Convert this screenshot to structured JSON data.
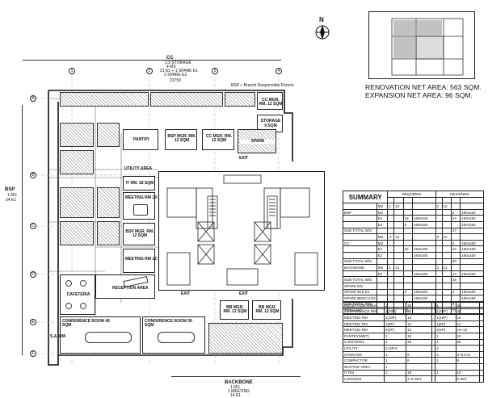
{
  "plan": {
    "top_dimension": "CC",
    "top_notes": [
      "1:3 STORAGE",
      "4 MS",
      "21 E1 + 1 SPARE E1",
      "2 SPARE E2"
    ],
    "top_figure": "23750",
    "bsp_note": "BSP + Branch Responsible Person",
    "left_dimension": "BSP",
    "left_notes": [
      "1 MS",
      "24 E1"
    ],
    "bottom_dimension": "BACKBONE",
    "bottom_notes": [
      "1 MS",
      "1 MEETING",
      "14 E1"
    ],
    "grid_columns": [
      "1",
      "2",
      "3",
      "4"
    ],
    "grid_rows": [
      "A",
      "B",
      "C",
      "D",
      "E",
      "F"
    ],
    "north_label": "N",
    "rooms": {
      "cc_mgr": "CC MGR. RM. 12 SQM",
      "storage_top": "STORAGE",
      "storage_top2": "9 SQM",
      "pantry": "PANTRY",
      "bsp_mgr": "BSP MGR. RM. 12 SQM",
      "cc_mgr2": "CC MGR. RM. 12 SQM",
      "utility": "UTILITY AREA",
      "it_rm": "IT RM. 18 SQM",
      "meeting_rm": "MEETING RM 18 SQM",
      "bsp_mgr2": "BSP MGR. RM. 12 SQM",
      "meeting_rm2": "MEETING RM 12 SQM",
      "reception": "RECEPTION AREA",
      "cafeteria": "CAFETERIA",
      "conference1": "CONFERENCE ROOM 45 SQM",
      "conference2": "CONFERENCE ROOM 30 SQM",
      "bb_mgr1": "BB MGR. RM. 12 SQM",
      "bb_mgr2": "BB MGR. RM. 12 SQM",
      "sa_rm": "S.A. RM",
      "spare": "SPARE",
      "exit": "EXIT"
    }
  },
  "keyplan": {
    "renovation": "RENOVATION NET AREA: 563 SQM.",
    "expansion": "EXPANSION NET AREA: 96 SQM."
  },
  "summary": {
    "title": "SUMMARY",
    "group_required": "REQUIRED",
    "group_designed": "DESIGNED",
    "rows": [
      [
        "",
        "MS",
        "1",
        "12",
        "",
        "",
        "1",
        "12",
        "",
        ""
      ],
      [
        "BSP",
        "M3",
        "",
        "",
        "",
        "",
        "",
        "",
        "2",
        "160x160"
      ],
      [
        "",
        "E1",
        "",
        "",
        "15",
        "160x160",
        "",
        "",
        "24",
        "160x160"
      ],
      [
        "",
        "E2",
        "",
        "",
        "5",
        "160x160",
        "",
        "",
        "",
        "160x160"
      ],
      [
        "SUB TOTAL W/S",
        "",
        "",
        "",
        "",
        "",
        "",
        "",
        "27",
        ""
      ],
      [
        "",
        "MS",
        "3",
        "12",
        "",
        "",
        "3",
        "12",
        "",
        ""
      ],
      [
        "CC",
        "M3",
        "",
        "",
        "",
        "",
        "",
        "",
        "4",
        "160x160"
      ],
      [
        "",
        "E1",
        "",
        "",
        "22",
        "160x160",
        "",
        "",
        "22",
        "160x160"
      ],
      [
        "",
        "E2",
        "",
        "",
        "",
        "160x160",
        "",
        "",
        "",
        "160x160"
      ],
      [
        "SUB TOTAL W/S",
        "",
        "",
        "",
        "",
        "",
        "",
        "",
        "30",
        ""
      ],
      [
        "BACKBONE",
        "MS",
        "1",
        "12",
        "",
        "",
        "1",
        "12",
        "",
        ""
      ],
      [
        "",
        "E1",
        "",
        "",
        "",
        "160x160",
        "",
        "",
        "14",
        "160x160"
      ],
      [
        "SUB TOTAL W/S",
        "",
        "",
        "",
        "",
        "",
        "",
        "",
        "15",
        ""
      ],
      [
        "SPARE MS",
        "",
        "",
        "",
        "",
        "",
        "",
        "",
        "",
        ""
      ],
      [
        "SPARE W/S E1",
        "",
        "",
        "",
        "3",
        "160x160",
        "",
        "",
        "3",
        "160x160"
      ],
      [
        "SPARE BENCH E2",
        "",
        "",
        "",
        "",
        "160x160",
        "",
        "",
        "",
        "160x160"
      ],
      [
        "SUB TOTAL W/S",
        "",
        "",
        "",
        "",
        "",
        "",
        "",
        "3",
        ""
      ],
      [
        "TOTAL HC",
        "",
        "",
        "",
        "81",
        "",
        "",
        "",
        "74",
        ""
      ]
    ],
    "rows2": [
      [
        "RECEPTION AREA",
        "1",
        "30",
        "",
        "1",
        "25",
        ""
      ],
      [
        "CONFERENCE RM",
        "1(20P)",
        "45",
        "",
        "1(20P)",
        "45",
        ""
      ],
      [
        "MEETING RM",
        "1(10P)",
        "15",
        "",
        "1(10P)",
        "15",
        ""
      ],
      [
        "MEETING RM",
        "1(6P)",
        "12",
        "",
        "1(6P)",
        "12",
        ""
      ],
      [
        "MEETING RM",
        "2(4P)",
        "12",
        "",
        "2(4P)",
        "10~12",
        ""
      ],
      [
        "PANTRY(WET)",
        "1",
        "10",
        "",
        "1",
        "10",
        ""
      ],
      [
        "CAFETERIA",
        "1",
        "30",
        "",
        "1",
        "40",
        ""
      ],
      [
        "UTILITY",
        "2-OR-5",
        "",
        "",
        "2",
        "",
        ""
      ],
      [
        "STORAGE",
        "1",
        "8",
        "",
        "3",
        "3+3.5+6",
        ""
      ],
      [
        "COMPACTOR",
        "1",
        "8",
        "",
        "1",
        "9",
        ""
      ],
      [
        "WAITING AREA",
        "1",
        "",
        "",
        "",
        "",
        ""
      ],
      [
        "IT RM",
        "1",
        "18",
        "",
        "1",
        "18",
        ""
      ],
      [
        "LOCKERS",
        "",
        "4~5 SET",
        "",
        "",
        "5 SET",
        ""
      ]
    ]
  }
}
